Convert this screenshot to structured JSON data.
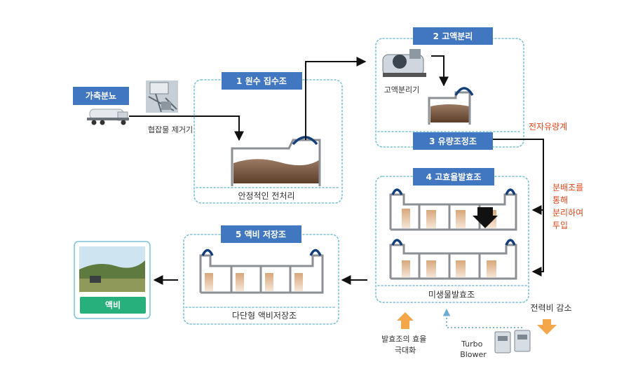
{
  "colors": {
    "header_blue": "#4177c1",
    "green": "#27b07c",
    "orange_text": "#e0471a",
    "dotted": "#7cc3d6",
    "orange_arrow": "#f4a64a"
  },
  "icons": [
    "tanker-truck-icon",
    "separator-machine-icon",
    "turbo-blower-icon",
    "field-photo"
  ],
  "stages": {
    "s1": {
      "num": "1",
      "title": "원수 집수조"
    },
    "s2": {
      "num": "2",
      "title": "고액분리"
    },
    "s3": {
      "num": "3",
      "title": "유량조정조"
    },
    "s4": {
      "num": "4",
      "title": "고효율발효조"
    },
    "s5": {
      "num": "5",
      "title": "액비 저장조"
    }
  },
  "source": {
    "title": "가축분뇨",
    "caption": "협잡물 제거기"
  },
  "labels": {
    "pretreat": "안정적인 전처리",
    "separator": "고액분리기",
    "flowmeter": "전자유량계",
    "distribute": [
      "분배조를",
      "통해",
      "분리하여",
      "투입"
    ],
    "microbe": "미생물발효조",
    "storage": "다단형 액비저장조",
    "efficiency": [
      "발효조의 효율",
      "극대화"
    ],
    "blower": [
      "Turbo",
      "Blower"
    ],
    "power": "전력비 감소",
    "liquid_fertilizer": "액비"
  }
}
